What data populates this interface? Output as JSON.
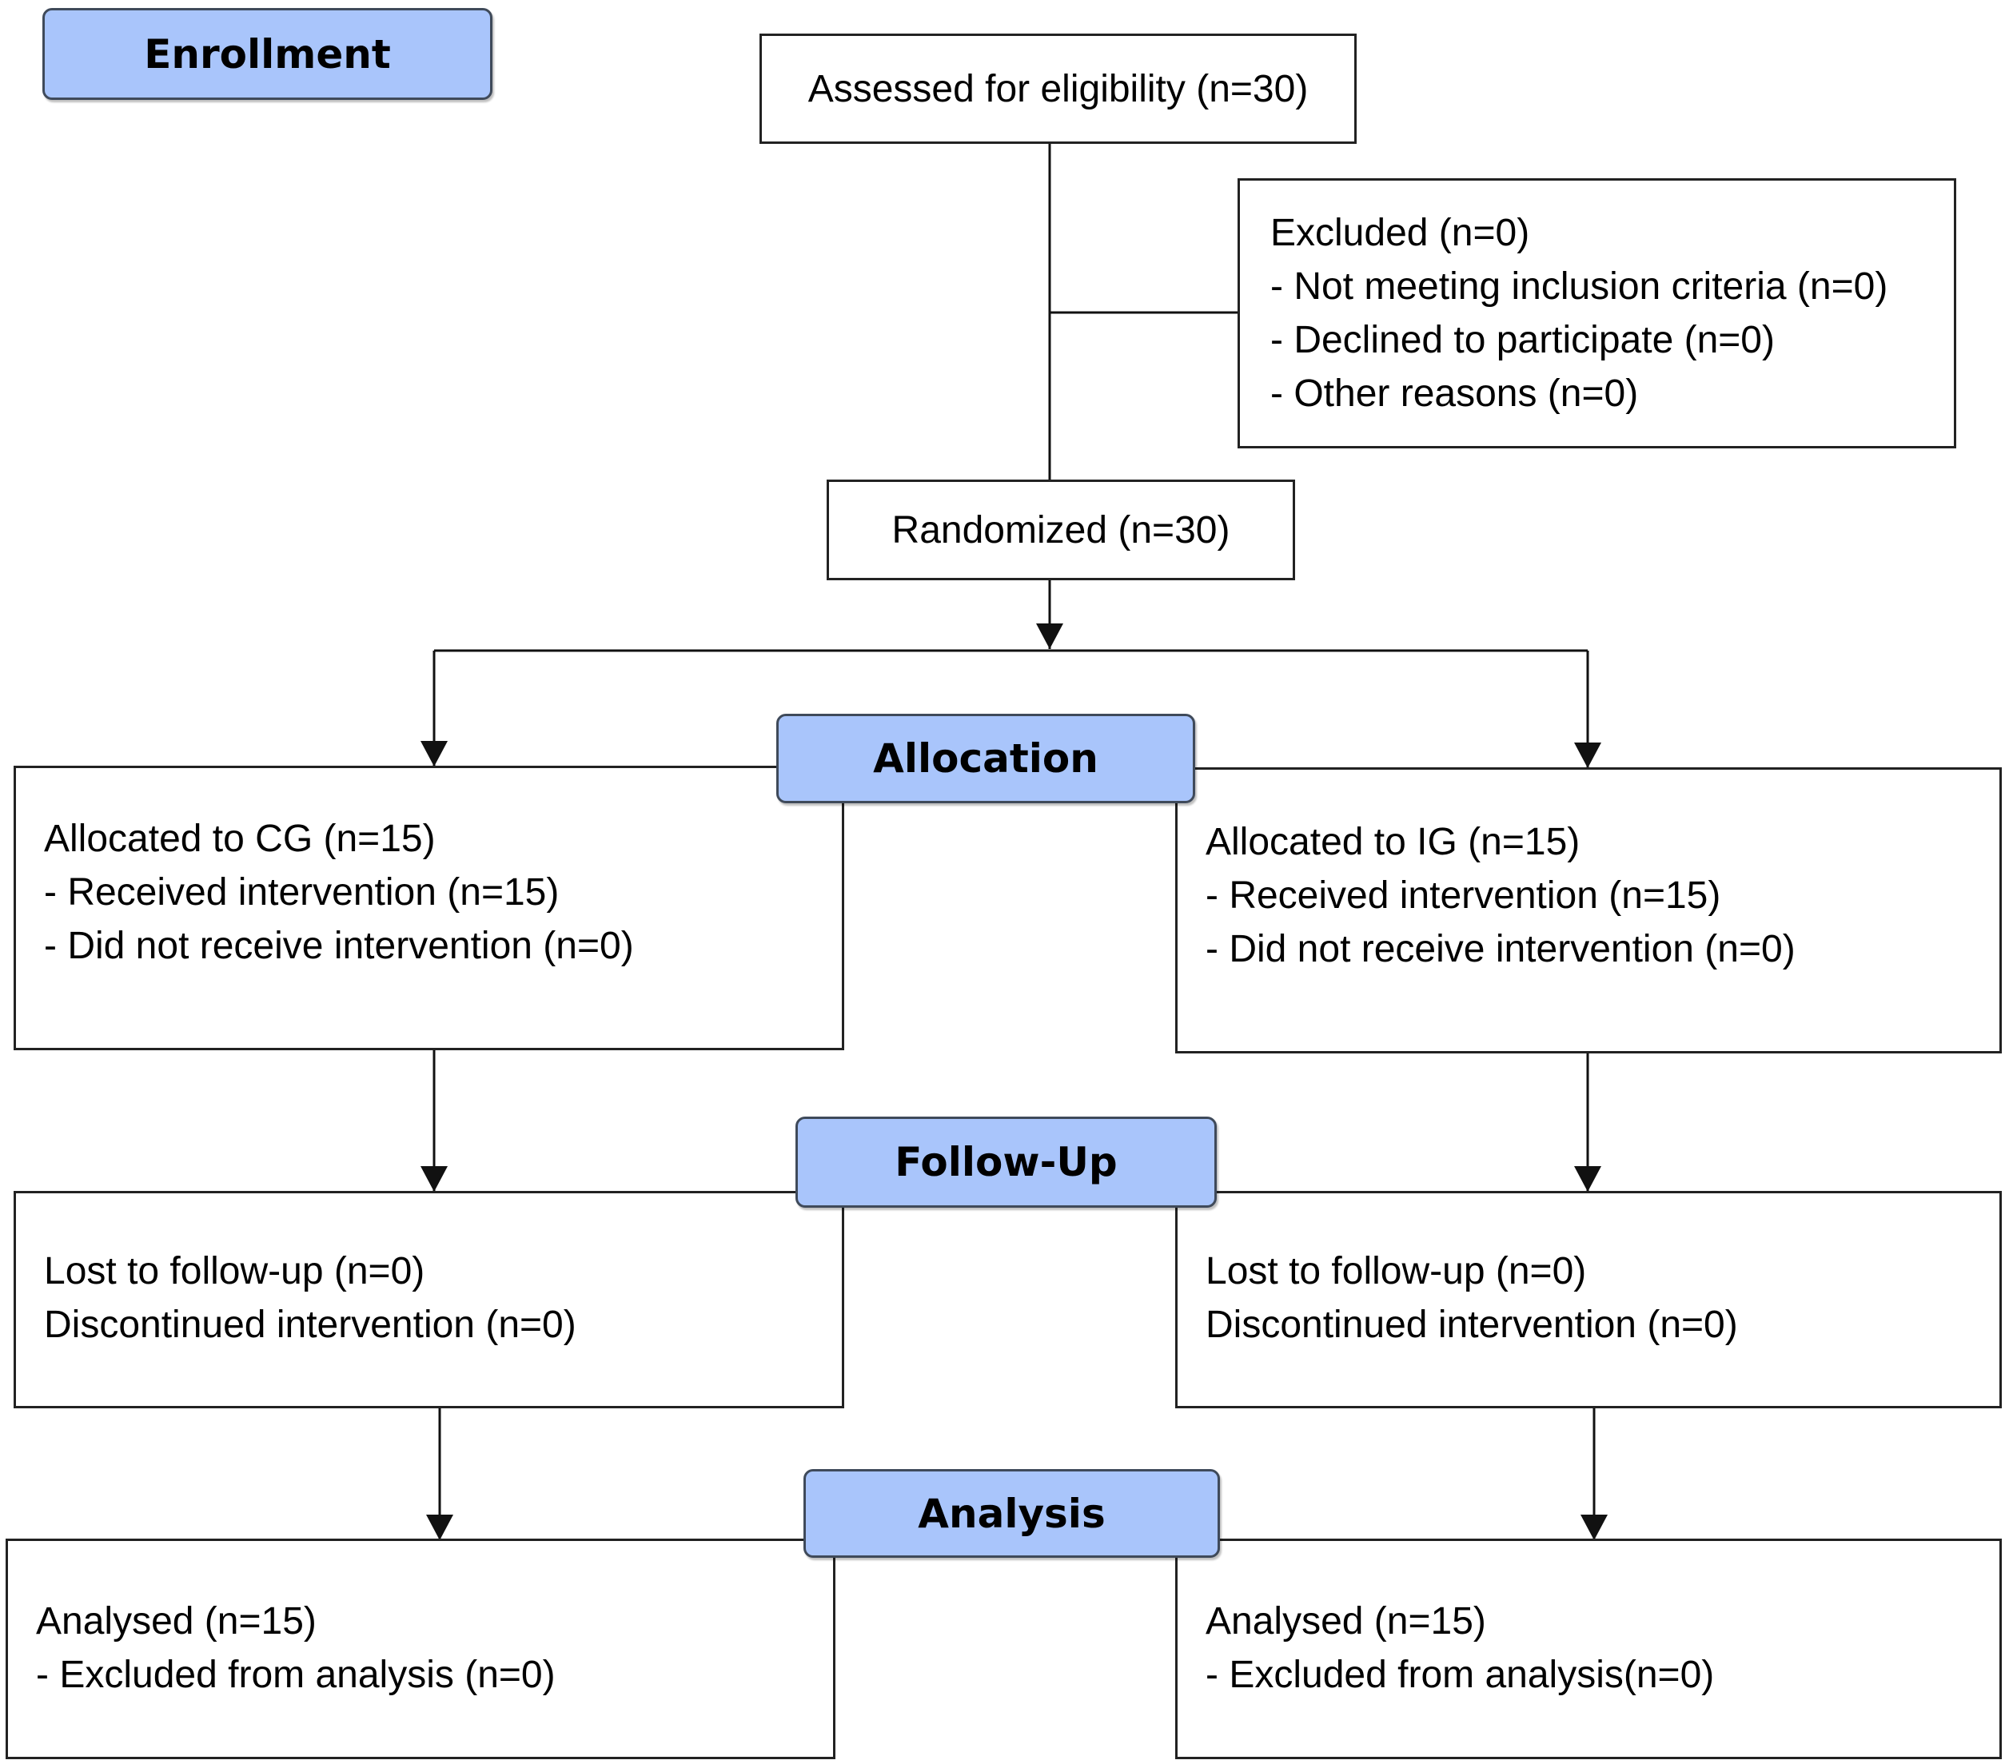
{
  "stages": {
    "enrollment": "Enrollment",
    "allocation": "Allocation",
    "follow_up": "Follow-Up",
    "analysis": "Analysis"
  },
  "assessed": "Assessed for eligibility (n=30)",
  "excluded": {
    "title": "Excluded (n=0)",
    "items": [
      "- Not meeting inclusion criteria (n=0)",
      "- Declined to participate (n=0)",
      "- Other reasons (n=0)"
    ]
  },
  "randomized": "Randomized (n=30)",
  "allocation": {
    "cg": {
      "title": "Allocated to CG (n=15)",
      "items": [
        "- Received intervention (n=15)",
        "- Did not receive intervention (n=0)"
      ]
    },
    "ig": {
      "title": "Allocated to IG (n=15)",
      "items": [
        "- Received intervention (n=15)",
        "- Did not receive intervention (n=0)"
      ]
    }
  },
  "follow_up": {
    "cg": [
      "Lost to follow-up (n=0)",
      "Discontinued intervention (n=0)"
    ],
    "ig": [
      "Lost to follow-up (n=0)",
      "Discontinued intervention (n=0)"
    ]
  },
  "analysis": {
    "cg": {
      "title": "Analysed (n=15)",
      "items": [
        "- Excluded from analysis (n=0)"
      ]
    },
    "ig": {
      "title": "Analysed (n=15)",
      "items": [
        "- Excluded from analysis(n=0)"
      ]
    }
  }
}
